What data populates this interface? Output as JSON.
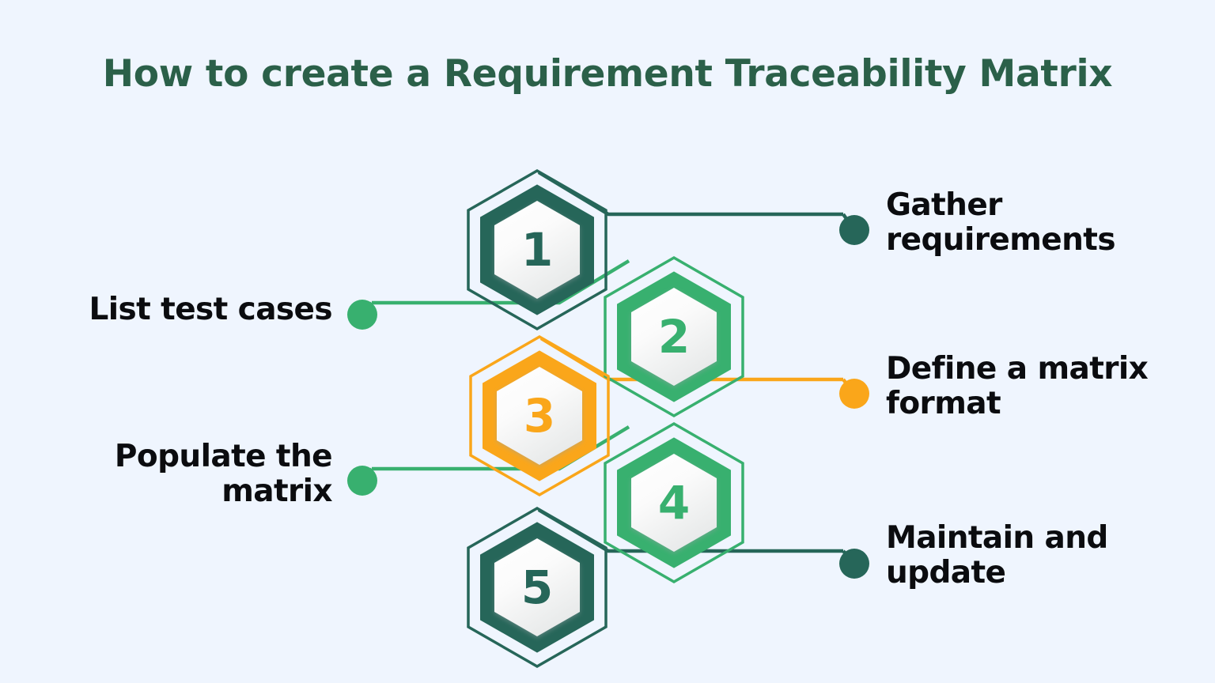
{
  "title": "How to create a Requirement Traceability Matrix",
  "background_color": "#eff5fe",
  "colors": {
    "title_green": "#2b6049",
    "dark_teal": "#266659",
    "medium_green": "#38b06f",
    "orange": "#faa61a",
    "label_text": "#0b0c0f"
  },
  "steps": [
    {
      "number": "1",
      "label": "Gather requirements",
      "label_line1": "Gather",
      "label_line2": "requirements",
      "side": "right",
      "color": "#266659",
      "dot_name": "connector-dot-1"
    },
    {
      "number": "2",
      "label": "List test cases",
      "label_line1": "List test cases",
      "label_line2": "",
      "side": "left",
      "color": "#38b06f",
      "dot_name": "connector-dot-2"
    },
    {
      "number": "3",
      "label": "Define a matrix format",
      "label_line1": "Define a matrix",
      "label_line2": "format",
      "side": "right",
      "color": "#faa61a",
      "dot_name": "connector-dot-3"
    },
    {
      "number": "4",
      "label": "Populate the matrix",
      "label_line1": "Populate the",
      "label_line2": "matrix",
      "side": "left",
      "color": "#38b06f",
      "dot_name": "connector-dot-4"
    },
    {
      "number": "5",
      "label": "Maintain and update",
      "label_line1": "Maintain and",
      "label_line2": "update",
      "side": "right",
      "color": "#266659",
      "dot_name": "connector-dot-5"
    }
  ]
}
